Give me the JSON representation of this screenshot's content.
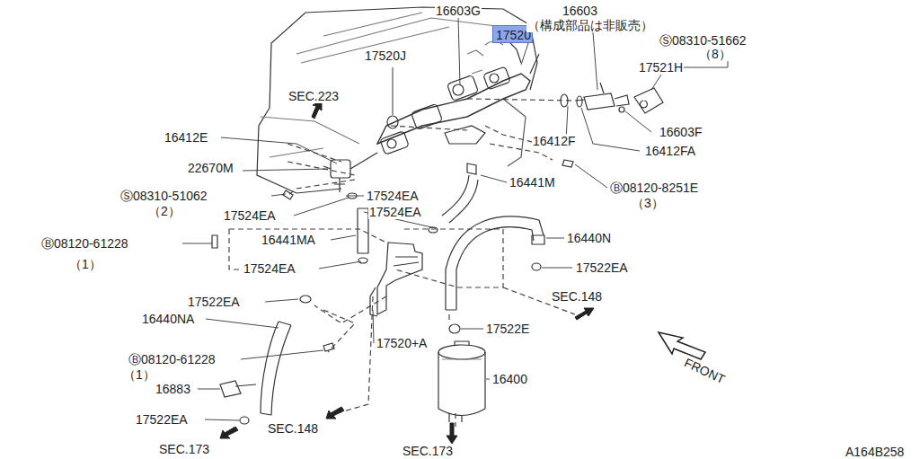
{
  "diagram": {
    "nodes": [
      {
        "text": [
          "17520"
        ]
      }
    ],
    "labels": [
      "16603G",
      "16603",
      "（構成部品は非販売）",
      "Ⓢ08310-51662",
      "（8）",
      "17521H",
      "17520J",
      "SEC.223",
      "16412E",
      "16603F",
      "16412F",
      "16412FA",
      "22670M",
      "16441M",
      "Ⓑ08120-8251E",
      "（3）",
      "Ⓢ08310-51062",
      "（2）",
      "17524EA",
      "17524EA",
      "17524EA",
      "16441MA",
      "16440N",
      "Ⓑ08120-61228",
      "（1）",
      "17524EA",
      "17522EA",
      "SEC.148",
      "17522EA",
      "16440NA",
      "17520+A",
      "17522E",
      "Ⓑ08120-61228",
      "（1）",
      "16400",
      "16883",
      "FRONT",
      "17522EA",
      "SEC.148",
      "SEC.173",
      "SEC.173",
      "A164B258"
    ]
  }
}
